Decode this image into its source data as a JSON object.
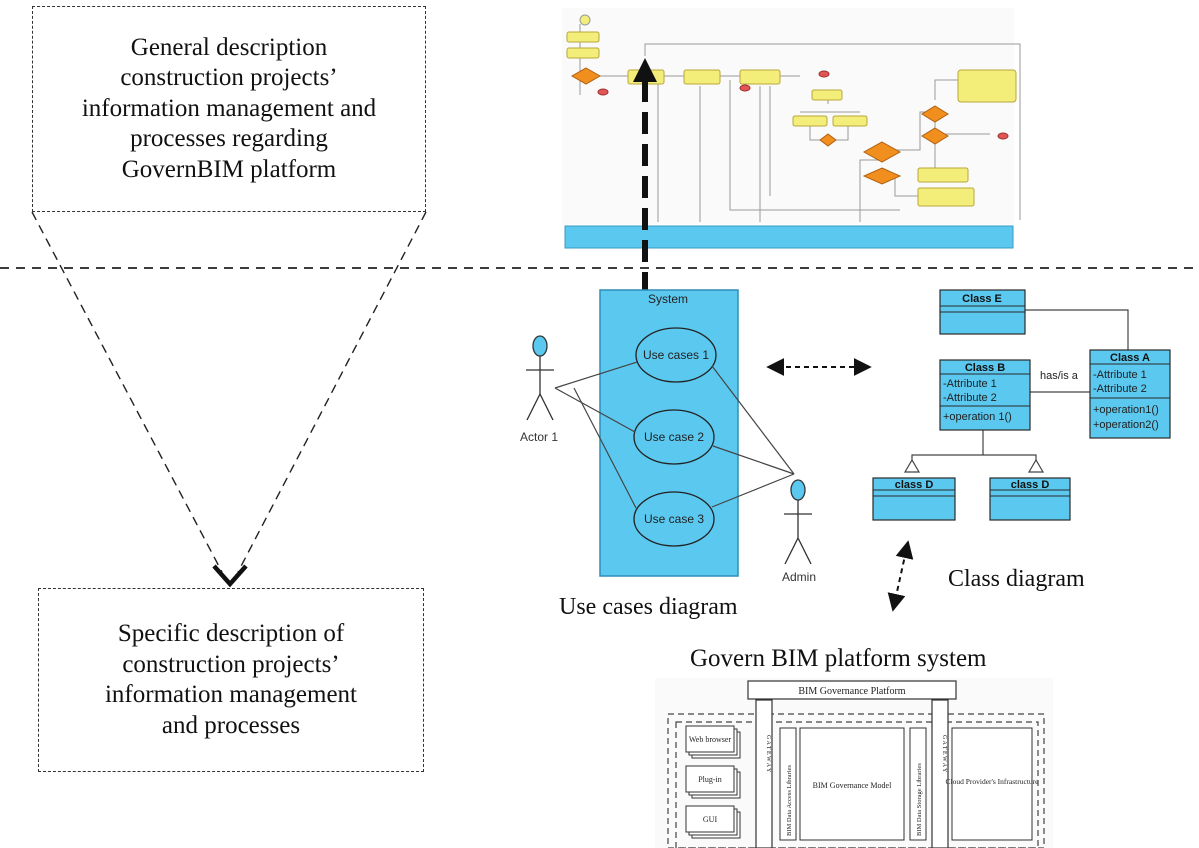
{
  "general_box": {
    "line1": "General description",
    "line2": "construction projects’",
    "line3": "information management and",
    "line4": "processes regarding",
    "line5": "GovernBIM platform"
  },
  "specific_box": {
    "line1": "Specific description of",
    "line2": "construction projects’",
    "line3": "information management",
    "line4": "and processes"
  },
  "use_case_diagram": {
    "system_label": "System",
    "use_case_1": "Use cases 1",
    "use_case_2": "Use case 2",
    "use_case_3": "Use case 3",
    "actor_1": "Actor 1",
    "actor_2": "Admin",
    "caption": "Use cases diagram"
  },
  "class_diagram": {
    "class_e": "Class E",
    "class_b": {
      "name": "Class B",
      "attr1": "-Attribute 1",
      "attr2": "-Attribute 2",
      "op1": "+operation 1()"
    },
    "class_a": {
      "name": "Class A",
      "attr1": "-Attribute 1",
      "attr2": "-Attribute 2",
      "op1": "+operation1()",
      "op2": "+operation2()"
    },
    "class_d_left": "class D",
    "class_d_right": "class D",
    "relation_label": "has/is a",
    "caption": "Class diagram"
  },
  "platform": {
    "caption": "Govern BIM platform system",
    "header": "BIM Governance Platform",
    "client_web": "Web browser",
    "client_plugin": "Plug-in",
    "client_gui": "GUI",
    "gateway_left": "G A T E W A Y",
    "data_access": "BIM Data Access Libraries",
    "model": "BIM Governance Model",
    "data_storage": "BIM Data Storage Libraries",
    "gateway_right": "G A T E W A Y",
    "cloud": "Cloud Provider's Infrastructure"
  },
  "colors": {
    "diagram_fill": "#5bc8ef",
    "flow_node_yellow": "#f3ee7a",
    "flow_diamond_orange": "#f08f1e",
    "flow_terminal_red": "#e05656",
    "line_dark": "#222222"
  }
}
